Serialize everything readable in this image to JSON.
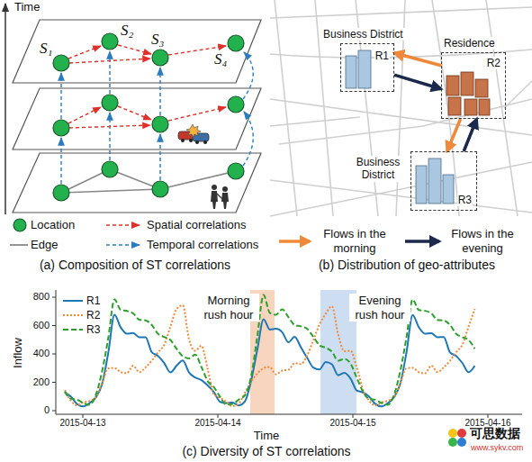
{
  "diagram": {
    "nodes": [
      {
        "text": [
          "Business District",
          "R1"
        ]
      },
      {
        "text": [
          "Residence",
          "R2"
        ]
      },
      {
        "text": [
          "Business District",
          "R3"
        ]
      }
    ],
    "edges": [
      {
        "from": 1,
        "to": 0,
        "arrow": "to"
      },
      {
        "from": 0,
        "to": 1,
        "arrow": "to"
      },
      {
        "from": 1,
        "to": 2,
        "arrow": "to"
      },
      {
        "from": 2,
        "to": 1,
        "arrow": "to"
      }
    ],
    "labels": [
      "Time",
      "S₁",
      "S₂",
      "S₃",
      "S₄",
      "(a) Composition of ST correlations",
      "(b) Distribution of geo-attributes",
      "Inflow",
      "800",
      "600",
      "400",
      "200",
      "0",
      "2015-04-13",
      "2015-04-14",
      "2015-04-15",
      "2015-04-16",
      "Time",
      "Morning rush hour",
      "Evening rush hour",
      "(c) Diversity of ST correlations",
      "可思数据",
      "www.sykv.com"
    ],
    "legend": [
      {
        "text": "Location"
      },
      {
        "text": "Spatial correlations"
      },
      {
        "text": "Edge"
      },
      {
        "text": "Temporal correlations"
      },
      {
        "text": "Flows in the morning"
      },
      {
        "text": "Flows in the evening"
      },
      {
        "text": "R1"
      },
      {
        "text": "R2"
      },
      {
        "text": "R3"
      }
    ]
  }
}
